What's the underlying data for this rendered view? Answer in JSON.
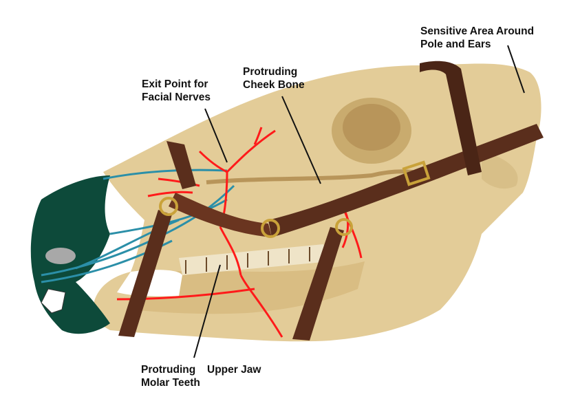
{
  "diagram": {
    "subject": "Horse skull with bridle showing pressure points",
    "labels": [
      {
        "id": "pole-ears",
        "lines": [
          "Sensitive Area Around",
          "Pole and Ears"
        ]
      },
      {
        "id": "facial-nerves",
        "lines": [
          "Exit Point for",
          "Facial Nerves"
        ]
      },
      {
        "id": "cheek-bone",
        "lines": [
          "Protruding",
          "Cheek Bone"
        ]
      },
      {
        "id": "molar-teeth",
        "lines": [
          "Protruding",
          "Molar Teeth"
        ]
      },
      {
        "id": "upper-jaw",
        "lines": [
          "Upper Jaw"
        ]
      }
    ],
    "colors": {
      "background": "#ffffff",
      "bone": "#e3cc98",
      "bone_shadow": "#c9ab6e",
      "leather": "#5a2e1c",
      "leather_highlight": "#7a4630",
      "brass": "#c9a23a",
      "nerve": "#ff1a1a",
      "nose_cartilage": "#0d4a3a",
      "muscle": "#2b8fa8",
      "leader_line": "#111111"
    }
  }
}
